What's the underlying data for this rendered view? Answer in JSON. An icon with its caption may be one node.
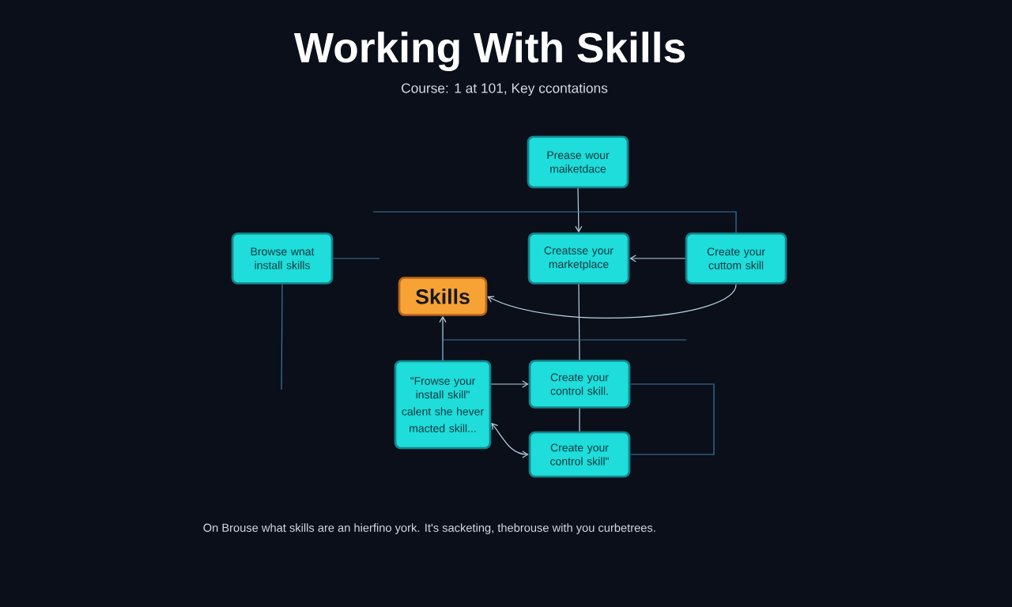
{
  "diagram": {
    "title": "Working With Skills",
    "caption": "On Brouse what skills are an hierfino york. It's sacketing, thebrouse with you curbetrees.",
    "nodes": [
      {
        "text": [
          "Prease wour maiketdace"
        ]
      },
      {
        "text": [
          "Browse wnat install skills"
        ]
      },
      {
        "text": [
          "Creatsse your marketplace"
        ]
      },
      {
        "text": [
          "Create your cuttom skill"
        ]
      },
      {
        "text": [
          "Skills"
        ]
      },
      {
        "text": [
          "\"Frowse your install skill\"",
          "calent she hever",
          "macted skill..."
        ]
      },
      {
        "text": [
          "Create your control skill."
        ]
      },
      {
        "text": [
          "Create your control skill\""
        ]
      }
    ],
    "edges": [
      {
        "from": 0,
        "to": 2,
        "arrow": "to"
      },
      {
        "from": 3,
        "to": 2,
        "arrow": "to"
      },
      {
        "from": 3,
        "to": 4,
        "arrow": "to"
      },
      {
        "from": 2,
        "to": 6,
        "arrow": "none"
      },
      {
        "from": 5,
        "to": 4,
        "arrow": "to"
      },
      {
        "from": 5,
        "to": 6,
        "arrow": "to"
      },
      {
        "from": 6,
        "to": 7,
        "arrow": "none"
      },
      {
        "from": 5,
        "to": 7,
        "arrow": "both"
      },
      {
        "from": null,
        "to": 3,
        "arrow": "none",
        "color": "#3c78a0"
      },
      {
        "from": 1,
        "to": null,
        "arrow": "none",
        "color": "#3c78a0"
      },
      {
        "from": 1,
        "to": null,
        "arrow": "none",
        "color": "#3c78a0"
      },
      {
        "from": 5,
        "to": null,
        "arrow": "none",
        "color": "#3c78a0"
      },
      {
        "from": 6,
        "to": 7,
        "arrow": "none",
        "color": "#3c78a0"
      }
    ],
    "labels": [
      "Course: 1 at 101, Key ccontations"
    ]
  }
}
